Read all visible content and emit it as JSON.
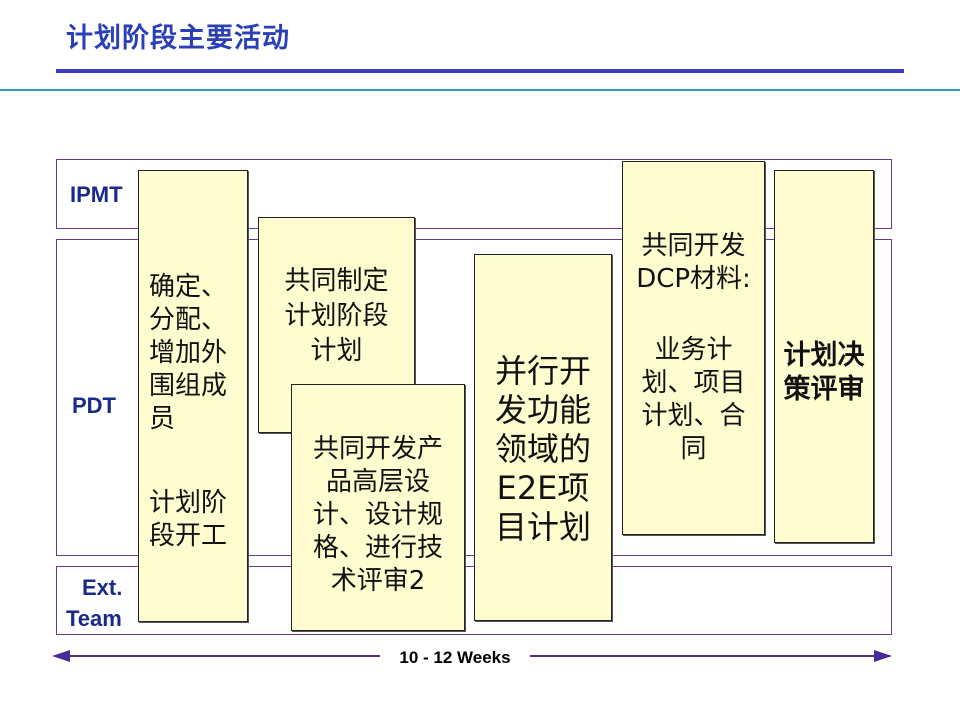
{
  "title": "计划阶段主要活动",
  "lanes": {
    "ipmt": "IPMT",
    "pdt": "PDT",
    "ext_line1": "Ext.",
    "ext_line2": "Team"
  },
  "boxes": {
    "box1_top": "确定、\n分配、\n增加外\n围组成\n员",
    "box1_bottom": "计划阶\n段开工",
    "box2": "共同制定\n计划阶段\n计划",
    "box3": "共同开发产\n品高层设\n计、设计规\n格、进行技\n术评审2",
    "box4": "并行开\n发功能\n领域的\nE2E项\n目计划",
    "box5_top": "共同开发\nDCP材料:",
    "box5_bottom": "业务计\n划、项目\n计划、合\n同",
    "box6": "计划决\n策评审"
  },
  "timeline": {
    "label": "10 - 12 Weeks"
  },
  "colors": {
    "title": "#2a3fb8",
    "box_fill": "#fffdd0",
    "lane_border": "#6a3a8a",
    "lane_label": "#1a2a8a",
    "arrow": "#4a2a9a"
  }
}
